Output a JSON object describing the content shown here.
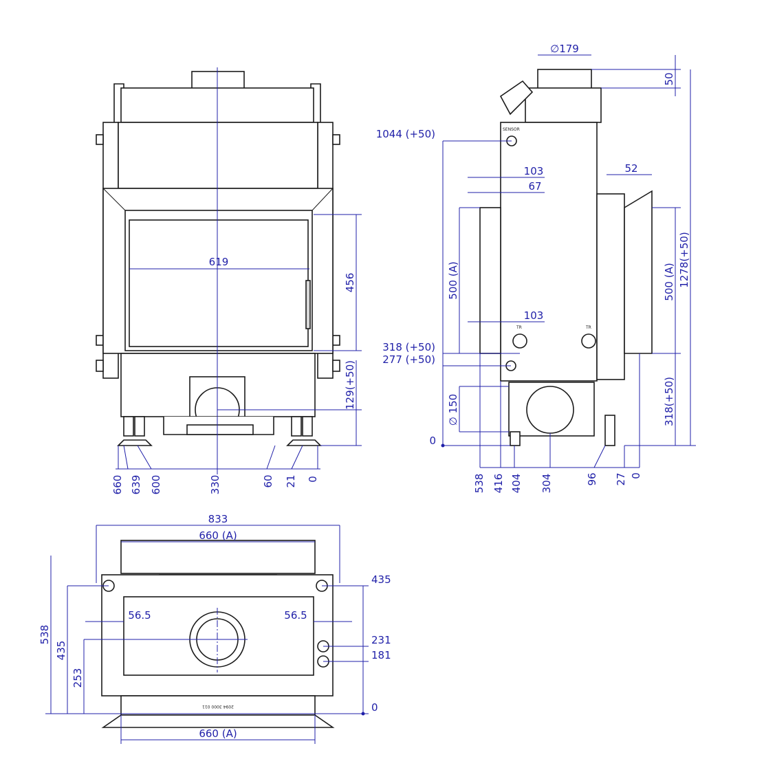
{
  "colors": {
    "dimension": "#1f1fa8",
    "outline": "#1a1a1a"
  },
  "front": {
    "width_inner": "619",
    "height_glass": "456",
    "height_outlet": "129(+50)",
    "bottom_dims": [
      "660",
      "639",
      "600",
      "330",
      "60",
      "21",
      "0"
    ]
  },
  "side": {
    "flue_diam": "∅179",
    "top_50": "50",
    "sensor_height": "1044 (+50)",
    "d103_top": "103",
    "d67": "67",
    "d52": "52",
    "d500_left": "500 (A)",
    "d500_right": "500 (A)",
    "total_height": "1278(+50)",
    "d103_mid": "103",
    "d318": "318 (+50)",
    "d277": "277 (+50)",
    "diam150": "∅ 150",
    "d318_right": "318(+50)",
    "zero_left": "0",
    "bottom_dims": [
      "538",
      "416",
      "404",
      "304",
      "96",
      "27",
      "0"
    ],
    "label_sensor": "SENSOR",
    "label_tr1": "TR",
    "label_tr2": "TR"
  },
  "plan": {
    "width_833": "833",
    "width_660_top": "660 (A)",
    "width_660_bottom": "660 (A)",
    "d56_left": "56.5",
    "d56_right": "56.5",
    "d538": "538",
    "d435_left": "435",
    "d253": "253",
    "d435_right": "435",
    "d231": "231",
    "d181": "181",
    "d0": "0",
    "plate_text": "2094 3000 011"
  }
}
